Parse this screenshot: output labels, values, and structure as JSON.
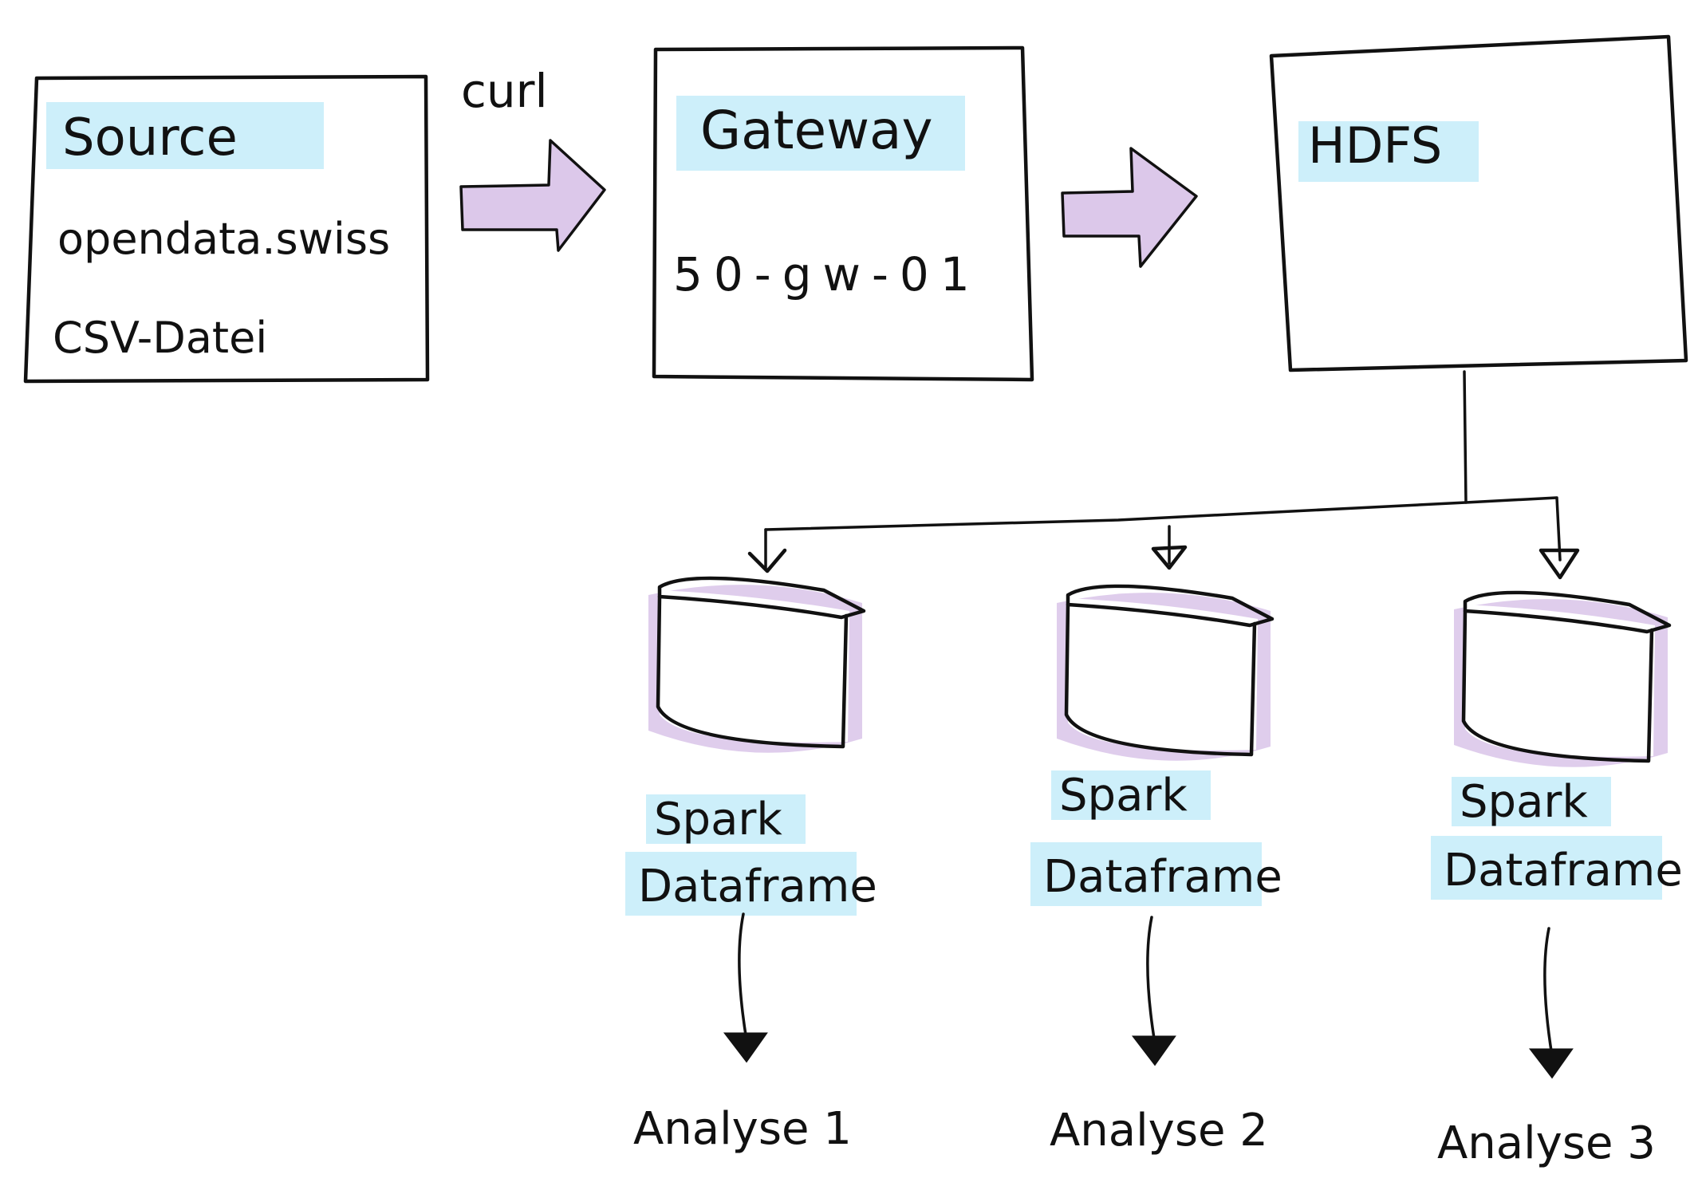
{
  "nodes": {
    "source": {
      "title": "Source",
      "line1": "opendata.swiss",
      "line2": "CSV-Datei"
    },
    "gateway": {
      "title": "Gateway",
      "line1": "50-gw-01"
    },
    "hdfs": {
      "title": "HDFS"
    }
  },
  "edges": {
    "source_to_gateway": "curl"
  },
  "dataframes": [
    {
      "line1": "Spark",
      "line2": "Dataframe",
      "analysis": "Analyse 1"
    },
    {
      "line1": "Spark",
      "line2": "Dataframe",
      "analysis": "Analyse 2"
    },
    {
      "line1": "Spark",
      "line2": "Dataframe",
      "analysis": "Analyse 3"
    }
  ],
  "colors": {
    "highlight": "#cdeffa",
    "arrow_fill": "#dcc8ea",
    "cylinder_shadow": "#dcc8ea",
    "ink": "#111111"
  }
}
